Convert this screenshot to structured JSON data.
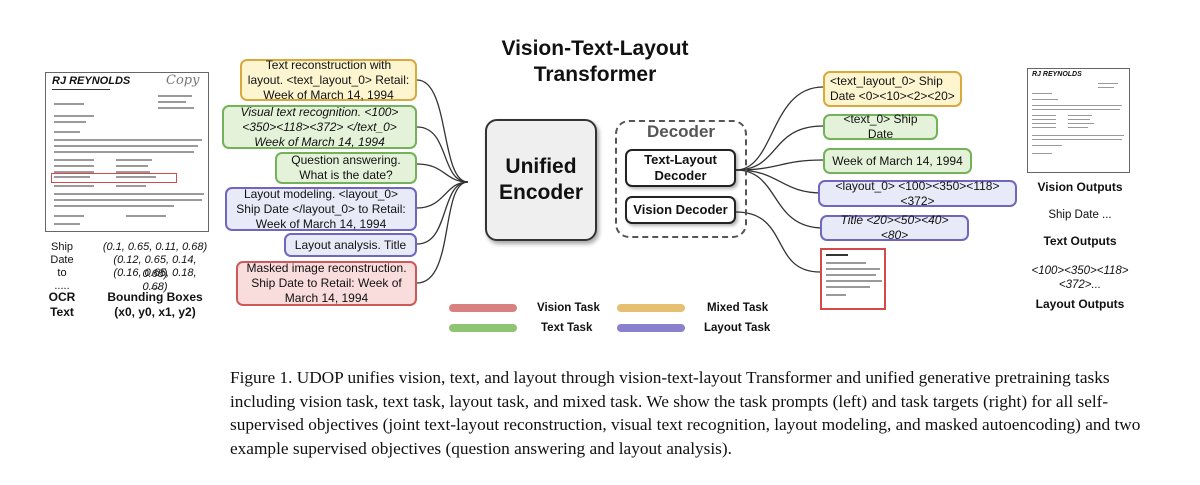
{
  "title": "Vision-Text-Layout\nTransformer",
  "left_doc": {
    "header": "RJ REYNOLDS",
    "stamp": "Copy"
  },
  "ocr": {
    "words": [
      "Ship",
      "Date",
      "to",
      "....."
    ],
    "boxes": [
      "(0.1, 0.65, 0.11, 0.68)",
      "(0.12, 0.65, 0.14, 0.68)",
      "(0.16, 0.65, 0.18, 0.68)",
      "..."
    ],
    "ocr_label": "OCR\nText",
    "bbox_label": "Bounding Boxes\n(x0, y0, x1, y2)"
  },
  "prompts": [
    {
      "color": "yellow",
      "text": "Text reconstruction with layout. <text_layout_0> Retail: Week of March 14, 1994"
    },
    {
      "color": "green",
      "text": "Visual text recognition. <100><350><118><372> </text_0> Week of March 14, 1994"
    },
    {
      "color": "green",
      "text": "Question answering. What is the date?"
    },
    {
      "color": "blue",
      "text": "Layout modeling. <layout_0> Ship Date </layout_0> to Retail: Week of March 14, 1994"
    },
    {
      "color": "blue",
      "text": "Layout analysis. Title"
    },
    {
      "color": "red",
      "text": "Masked image reconstruction. Ship Date to Retail: Week of March 14, 1994"
    }
  ],
  "encoder": {
    "label": "Unified\nEncoder"
  },
  "decoder": {
    "label": "Decoder",
    "text_layout": "Text-Layout\nDecoder",
    "vision": "Vision Decoder"
  },
  "targets": [
    {
      "color": "yellow",
      "text": "<text_layout_0> Ship Date <0><10><2><20>"
    },
    {
      "color": "green",
      "text": "<text_0> Ship Date"
    },
    {
      "color": "green",
      "text": "Week of March 14, 1994"
    },
    {
      "color": "blue",
      "text": "<layout_0> <100><350><118><372>"
    },
    {
      "color": "blue",
      "text": "Title <20><50><40><80>"
    }
  ],
  "right_doc": {
    "header": "RJ REYNOLDS"
  },
  "outputs": {
    "vision": "Vision Outputs",
    "text_example": "Ship Date ...",
    "text": "Text Outputs",
    "layout_example": "<100><350><118>\n<372>...",
    "layout": "Layout Outputs"
  },
  "legend": [
    {
      "label": "Vision Task",
      "color": "#d98080"
    },
    {
      "label": "Mixed Task",
      "color": "#e6c070"
    },
    {
      "label": "Text Task",
      "color": "#8fc472"
    },
    {
      "label": "Layout Task",
      "color": "#8a80cc"
    }
  ],
  "caption": "Figure 1. UDOP unifies vision, text, and layout through vision-text-layout Transformer and unified generative pretraining tasks including vision task, text task, layout task, and mixed task. We show the task prompts (left) and task targets (right) for all self-supervised objectives (joint text-layout reconstruction, visual text recognition, layout modeling, and masked autoencoding) and two example supervised objectives (question answering and layout analysis)."
}
